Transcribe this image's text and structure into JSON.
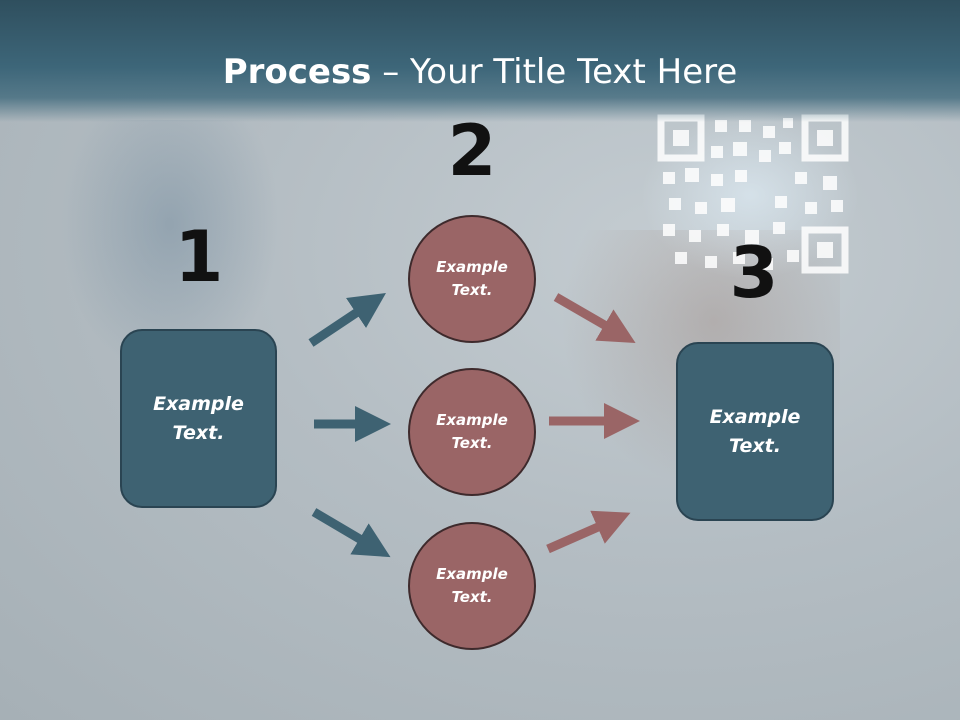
{
  "title": {
    "bold": "Process",
    "rest": " – Your Title Text Here"
  },
  "steps": [
    "1",
    "2",
    "3"
  ],
  "nodes": {
    "left_box": "Example Text.",
    "circle_top": "Example Text.",
    "circle_middle": "Example Text.",
    "circle_bottom": "Example Text.",
    "right_box": "Example Text."
  },
  "colors": {
    "box_fill": "#3e6272",
    "circle_fill": "#9a6566",
    "left_arrow": "#3e6272",
    "right_arrow": "#9a6566",
    "title_bar": "#3d6679"
  }
}
